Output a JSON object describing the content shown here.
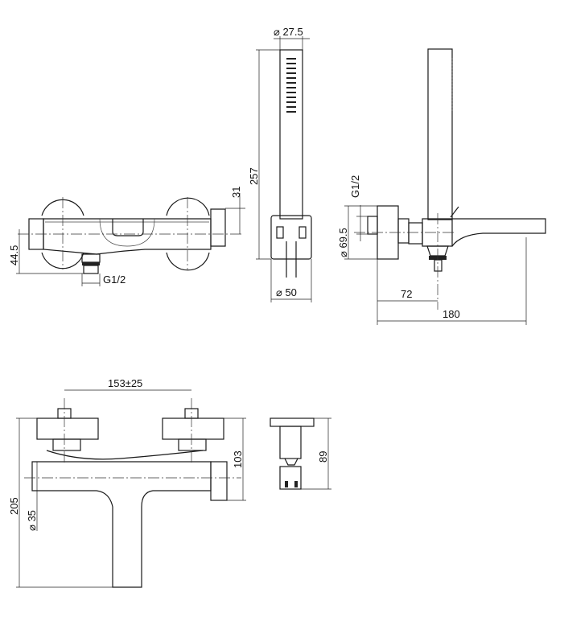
{
  "title": "Thermostatic bath/shower mixer dimension drawing",
  "dimensions": {
    "handshower_diameter": "⌀ 27.5",
    "handshower_length": "257",
    "top_offset": "31",
    "outlet_height": "44.5",
    "outlet_thread_front": "G1/2",
    "holder_diameter": "⌀ 50",
    "inlet_thread_side": "G1/2",
    "flange_diameter": "⌀ 69.5",
    "outlet_projection": "72",
    "spout_projection": "180",
    "inlet_centers": "153±25",
    "total_height": "205",
    "body_diameter": "⌀ 35",
    "inlet_to_body": "103",
    "holder_height": "89"
  }
}
